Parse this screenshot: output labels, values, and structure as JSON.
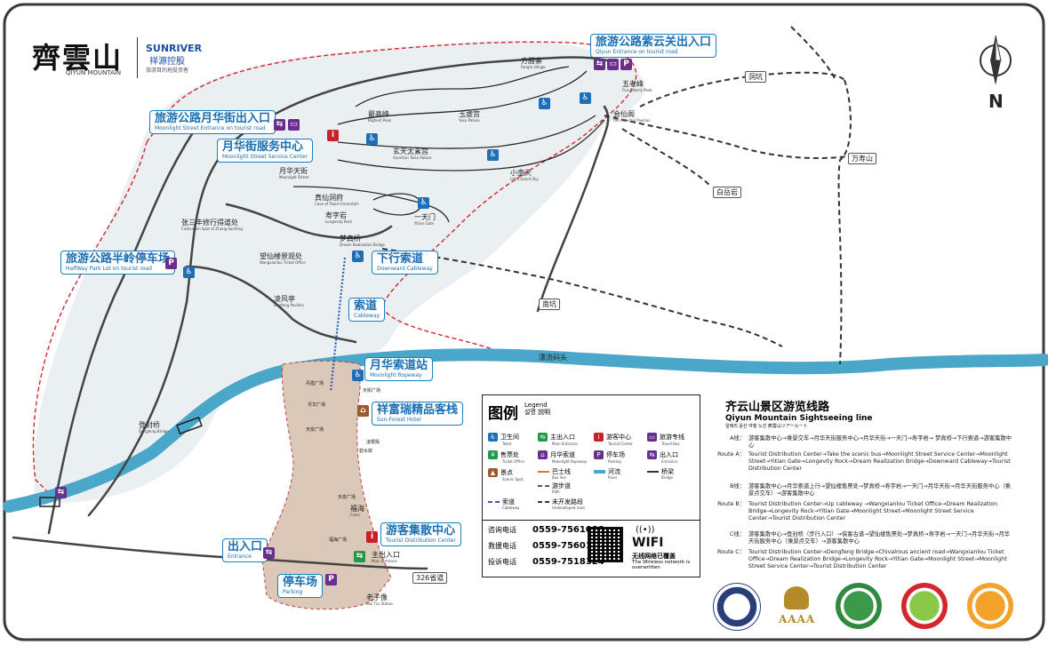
{
  "logo": {
    "brand_zh": "齊雲山",
    "brand_en": "QIYUN MOUNTAIN",
    "company_en": "SUNRIVER",
    "company_zh": "祥源控股",
    "company_tag": "旅游目的地投资者"
  },
  "compass": {
    "label": "N"
  },
  "callouts": {
    "zigs_gate": {
      "zh": "旅游公路紫云关出入口",
      "en": "Qiyun Entrance on tourist road"
    },
    "moon_entry": {
      "zh": "旅游公路月华街出入口",
      "en": "Moonlight Street Entrance on tourist road"
    },
    "moon_service": {
      "zh": "月华街服务中心",
      "en": "Moonlight Street Service Center"
    },
    "halfway_parking": {
      "zh": "旅游公路半岭停车场",
      "en": "HalfWay Park Lot on tourist road"
    },
    "down_cableway": {
      "zh": "下行索道",
      "en": "Downward Cableway"
    },
    "cableway": {
      "zh": "索道",
      "en": "Cableway"
    },
    "moon_ropeway": {
      "zh": "月华索道站",
      "en": "Moonlight Ropeway"
    },
    "hotel": {
      "zh": "祥富瑞精品客栈",
      "en": "Sun-Forest Hotel"
    },
    "tourist_center": {
      "zh": "游客集散中心",
      "en": "Tourist Distribution Center"
    },
    "entrance": {
      "zh": "出入口",
      "en": "Entrance"
    },
    "parking": {
      "zh": "停车场",
      "en": "Parking"
    }
  },
  "places": {
    "fanglazhai": "方腊寨",
    "fanglazhai_en": "Fangla Village",
    "wulaofeng": "五老峰",
    "wulaofeng_en": "Five Elderly Peak",
    "zuigaofeng": "最高峰",
    "zuigaofeng_en": "Highest Peak",
    "yuxugong": "玉虚宫",
    "yuxugong_en": "Yuxu Palace",
    "huixianting": "会仙阁",
    "huixianting_en": "the Celestial Pavilion",
    "xuantiantaisu": "玄天太素宫",
    "xuantiantaisu_en": "Xuantian Taisu Palace",
    "yuehuatianjie": "月华天街",
    "yuehuatianjie_en": "Moonlight Street",
    "xiaohutian": "小壶天",
    "xiaohutian_en": "Little Gourd Sky",
    "zhenxiandongfu": "真仙洞府",
    "zhenxiandongfu_en": "Cave of Taoist Immortals",
    "shouzijian": "寿字岩",
    "shouzijian_en": "Longevity Rock",
    "yitianmen": "一天门",
    "yitianmen_en": "Yitian Gate",
    "zhangsanfeng": "张三丰修行得道处",
    "zhangsanfeng_en": "Cultivation Spot of Zhang Sanfeng",
    "mengzhenqiao": "梦真桥",
    "mengzhenqiao_en": "Dream Realization Bridge",
    "wangxianlou": "望仙楼景观处",
    "wangxianlou_en": "Wangxianlou Ticket Office",
    "lingfengting": "凌风亭",
    "lingfengting_en": "Lingfeng Pavilion",
    "dengfengqiao": "登封桥",
    "dengfengqiao_en": "Dengfeng Bridge",
    "yuanliumatou": "漂流码头",
    "fuhai": "福海",
    "fuhai_en": "Fuhai",
    "laozixiang": "老子像",
    "laozixiang_en": "Lao Tzu Statue",
    "road326": "326省道",
    "zhuchurukou": "主出入口",
    "zhuchurukou_en": "Main Entrance",
    "dongkeng": "洞坑",
    "baiyanyan": "白岳岩",
    "wanshoushan": "万寿山",
    "nankeng": "南坑",
    "danxia_left": "丹霞广场",
    "plaza_b": "天街广场",
    "plaza_c": "月华广场",
    "plaza_d": "天泉广场",
    "plaza_e": "凌霄殿",
    "plaza_f": "碧水岸",
    "plaza_g": "天泉广场",
    "plaza_h": "福海广场"
  },
  "legend": {
    "title": "图例",
    "title_en": "Legend",
    "title_ko": "설명",
    "title_ja": "説明",
    "items": [
      {
        "zh": "卫生间",
        "sub": "Toilet",
        "icon": "wc-icon",
        "color": "#1f6fb8",
        "glyph": "♿"
      },
      {
        "zh": "主出入口",
        "sub": "Main Entrance",
        "icon": "main-entrance-icon",
        "color": "#1e9a48",
        "glyph": "⇆"
      },
      {
        "zh": "游客中心",
        "sub": "Tourist Center",
        "icon": "info-icon",
        "color": "#c82127",
        "glyph": "i"
      },
      {
        "zh": "旅游专线",
        "sub": "Travel Bus",
        "icon": "bus-icon",
        "color": "#6a2e8f",
        "glyph": "▭"
      },
      {
        "zh": "售票处",
        "sub": "Ticket Office",
        "icon": "ticket-icon",
        "color": "#1e9a48",
        "glyph": "¥"
      },
      {
        "zh": "月华索道",
        "sub": "Moonlight Ropeway",
        "icon": "ropeway-icon",
        "color": "#6a2e8f",
        "glyph": "⌂"
      },
      {
        "zh": "停车场",
        "sub": "Parking",
        "icon": "parking-icon",
        "color": "#6a2e8f",
        "glyph": "P"
      },
      {
        "zh": "出入口",
        "sub": "Entrance",
        "icon": "exit-icon",
        "color": "#6a2e8f",
        "glyph": "⇆"
      },
      {
        "zh": "景点",
        "sub": "Scenic Spot",
        "icon": "scenic-icon",
        "color": "#9a5a2c",
        "glyph": "▲"
      },
      {
        "zh": "巴士线",
        "sub": "Bus line",
        "icon": "bus-line-icon",
        "color": "#e4742a",
        "glyph": ""
      },
      {
        "zh": "游步道",
        "sub": "Path",
        "icon": "path-icon",
        "color": "#555555",
        "glyph": ""
      },
      {
        "zh": "河流",
        "sub": "River",
        "icon": "river-icon",
        "color": "#4aa7c9",
        "glyph": ""
      },
      {
        "zh": "桥梁",
        "sub": "Bridge",
        "icon": "bridge-icon",
        "color": "#333333",
        "glyph": ""
      },
      {
        "zh": "索道",
        "sub": "Cableway",
        "icon": "cableway-icon",
        "color": "#2b5fb0",
        "glyph": ""
      },
      {
        "zh": "未开发路段",
        "sub": "Undeveloped road",
        "icon": "undeveloped-icon",
        "color": "#333333",
        "glyph": ""
      }
    ]
  },
  "phones": [
    {
      "label": "咨询电话",
      "number": "0559-7561088"
    },
    {
      "label": "救援电话",
      "number": "0559-7560167"
    },
    {
      "label": "投诉电话",
      "number": "0559-7518324"
    }
  ],
  "wifi": {
    "title": "WIFI",
    "zh": "无线网络已覆盖",
    "en": "The Wireless network is overwritten"
  },
  "routes": {
    "title_zh": "齐云山景区游览线路",
    "title_en": "Qiyun Mountain Sightseeing line",
    "title_multi": "일제리 윤산 여행 노선      斉雲山ツアールート",
    "A_label": "A线：",
    "A_zh": "游客集散中心→乘景交车→月华天街服务中心→月华天街→一天门→寿字岩→ 梦真桥→下行索道→游客集散中心",
    "A_en_label": "Route A：",
    "A_en": "Tourist Distribution Center→Take the scenic bus→Moonlight Street Service Center→Moonlight Street→Yitian Gate→Longevity Rock→Dream Realization Bridge→Downward Cableway→Tourist Distribution Center",
    "B_label": "B线：",
    "B_zh": "游客集散中心→月华索道上行→望仙楼售票处→梦真桥→寿字岩→一天门→月华天街→月华天街服务中心（乘景点交车）→游客集散中心",
    "B_en_label": "Route B：",
    "B_en": "Tourist Distribution Center→Up cableway →Wangxianlou Ticket Office→Dream Realization Bridge→Longevity Rock→Yitian Gate→Moonlight Street→Moonlight Street Service Center→Tourist Distribution Center",
    "C_label": "C线：",
    "C_zh": "游客集散中心→登封桥（步行入口）→侠客古道→望仙楼售票处→梦真桥→寿字岩→一天门→月华天街→月华天街服务中心（乘景点交车）→游客集散中心",
    "C_en_label": "Route C：",
    "C_en": "Tourist Distribution Center→Dengfeng Bridge→Chivalrous ancient road→Wangxianlou Ticket Office→Dream Realization Bridge→Longevity Rock→Yitian Gate→Moonlight Street→Moonlight Street Service Center→Tourist Distribution Center"
  },
  "badges": [
    {
      "text": "AAAA"
    }
  ],
  "colors": {
    "border": "#3a3a3a",
    "river": "#4aa7c9",
    "scenic_area": "#e8edf0",
    "boundary": "#d6262d",
    "town": "#dcc8b8",
    "callout": "#1a7fc1"
  }
}
